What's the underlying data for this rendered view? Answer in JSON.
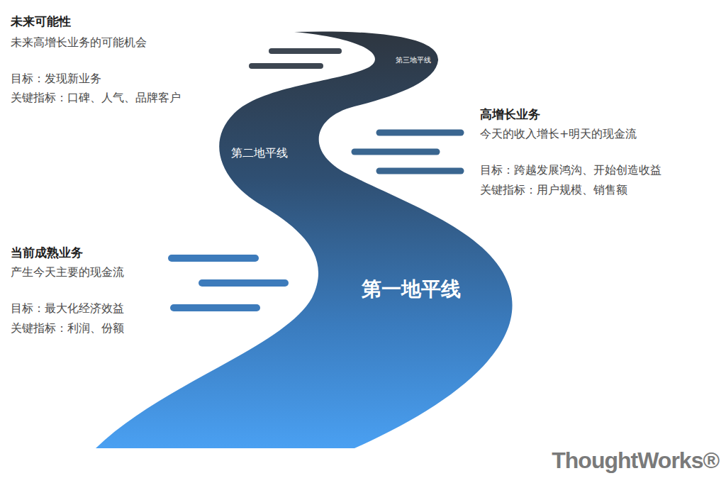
{
  "diagram": {
    "labels": [
      "未来可能性",
      "未来高增长业务的可能机会",
      "目标：发现新业务",
      "关键指标：口碑、人气、品牌客户",
      "第三地平线",
      "第二地平线",
      "高增长业务",
      "今天的收入增长+明天的现金流",
      "目标：跨越发展鸿沟、开始创造收益",
      "关键指标：用户规模、销售额",
      "当前成熟业务",
      "产生今天主要的现金流",
      "目标：最大化经济效益",
      "关键指标：利润、份额",
      "第一地平线",
      "ThoughtWorks®"
    ]
  }
}
